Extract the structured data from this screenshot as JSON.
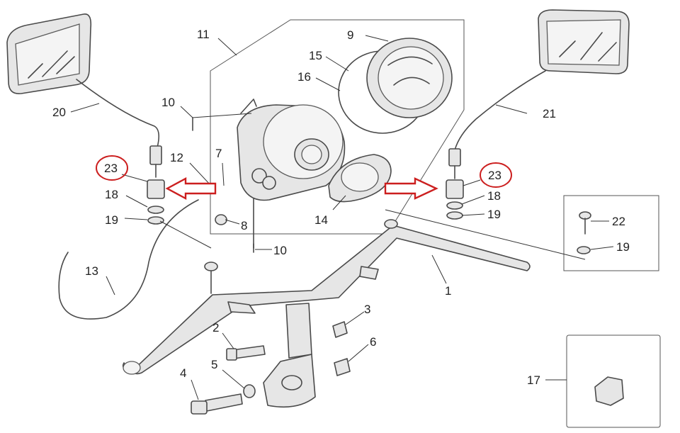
{
  "highlight_color": "#cc1f1f",
  "line_color": "#4a4a4a",
  "labels": {
    "p1": "1",
    "p2": "2",
    "p3": "3",
    "p4": "4",
    "p5": "5",
    "p6": "6",
    "p7": "7",
    "p8": "8",
    "p9": "9",
    "p10a": "10",
    "p10b": "10",
    "p11": "11",
    "p12": "12",
    "p13": "13",
    "p14": "14",
    "p15": "15",
    "p16": "16",
    "p17": "17",
    "p18a": "18",
    "p18b": "18",
    "p19a": "19",
    "p19b": "19",
    "p19c": "19",
    "p20": "20",
    "p21": "21",
    "p22": "22",
    "p23a": "23",
    "p23b": "23"
  }
}
